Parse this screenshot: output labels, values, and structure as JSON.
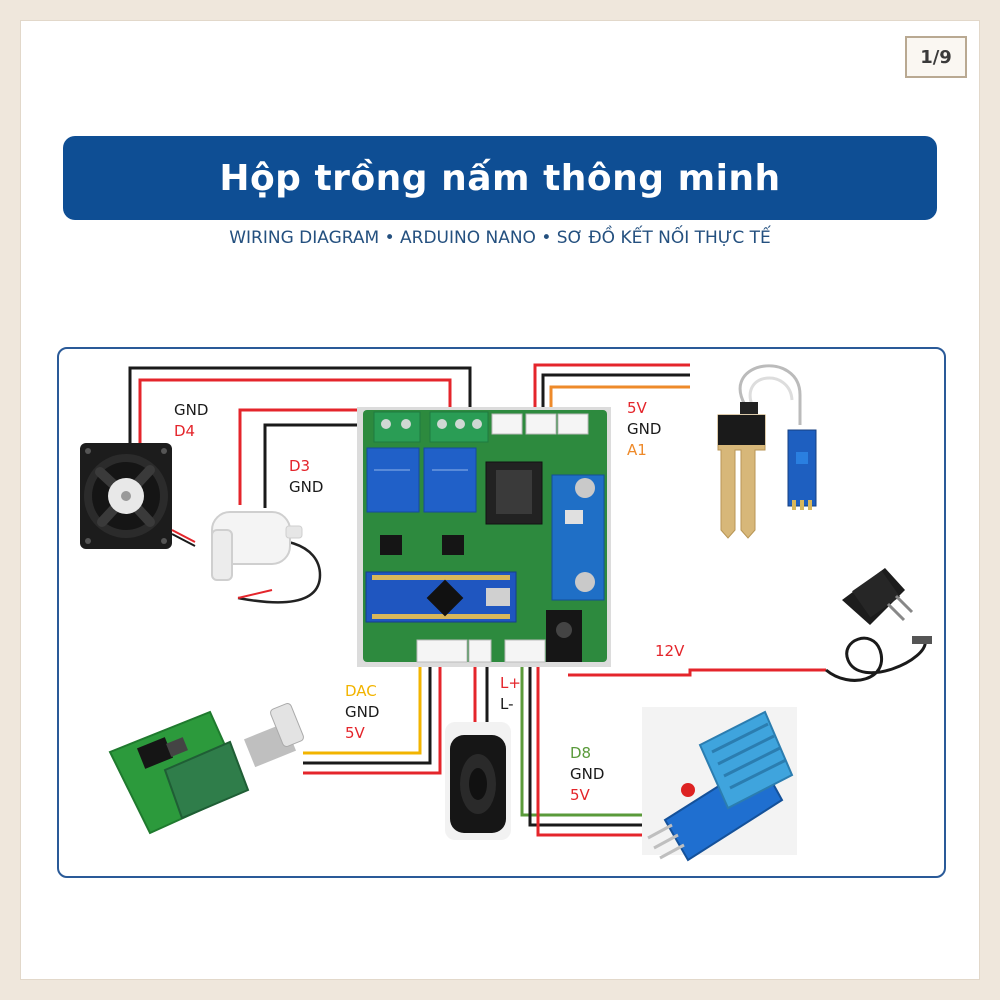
{
  "page_indicator": "1/9",
  "title": "Hộp trồng nấm thông minh",
  "subtitle": "WIRING DIAGRAM • ARDUINO NANO • SƠ ĐỒ KẾT NỐI THỰC TẾ",
  "colors": {
    "title_bg": "#0e4e94",
    "wire_red": "#e4252b",
    "wire_black": "#1a1a1a",
    "wire_orange": "#ee8a2a",
    "wire_yellow": "#f2b400",
    "wire_green": "#5a9a3a",
    "pcb_green": "#2d8a3e"
  },
  "labels": {
    "fan": {
      "gnd": "GND",
      "pin": "D4"
    },
    "pump": {
      "pin": "D3",
      "gnd": "GND"
    },
    "soil": {
      "vcc": "5V",
      "gnd": "GND",
      "pin": "A1"
    },
    "power": {
      "v": "12V"
    },
    "amp": {
      "pin": "DAC",
      "gnd": "GND",
      "vcc": "5V"
    },
    "speaker": {
      "lp": "L+",
      "lm": "L-"
    },
    "dht": {
      "pin": "D8",
      "gnd": "GND",
      "vcc": "5V"
    }
  }
}
